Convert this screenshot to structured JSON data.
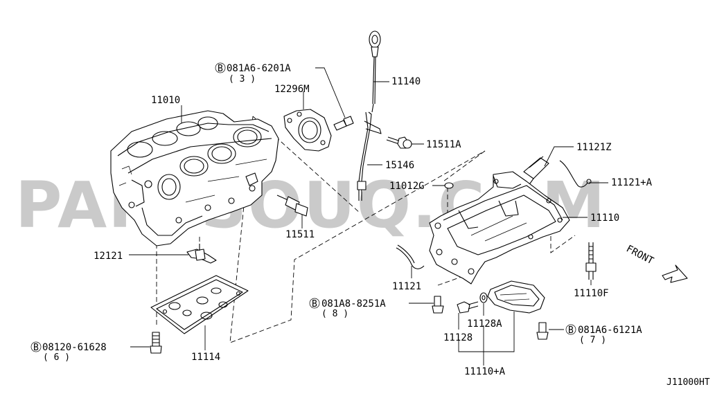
{
  "watermark": "PARTSOUQ.COM",
  "diagram_ref": "J11000HT",
  "front_label": "FRONT",
  "bolt_symbol": "B",
  "labels": {
    "p11010": "11010",
    "p12296m": "12296M",
    "p081a6_6201a": "081A6-6201A",
    "q081a6_6201a": "( 3 )",
    "p11140": "11140",
    "p11511a": "11511A",
    "p15146": "15146",
    "p11511": "11511",
    "p12121": "12121",
    "p11114": "11114",
    "p08120_61628": "08120-61628",
    "q08120_61628": "( 6 )",
    "p11121z": "11121Z",
    "p11121a": "11121+A",
    "p11012g": "11012G",
    "p11110": "11110",
    "p11121": "11121",
    "p11110f": "11110F",
    "p081a8_8251a": "081A8-8251A",
    "q081a8_8251a": "( 8 )",
    "p11128a": "11128A",
    "p11128": "11128",
    "p081a6_6121a": "081A6-6121A",
    "q081a6_6121a": "( 7 )",
    "p11110a": "11110+A"
  }
}
